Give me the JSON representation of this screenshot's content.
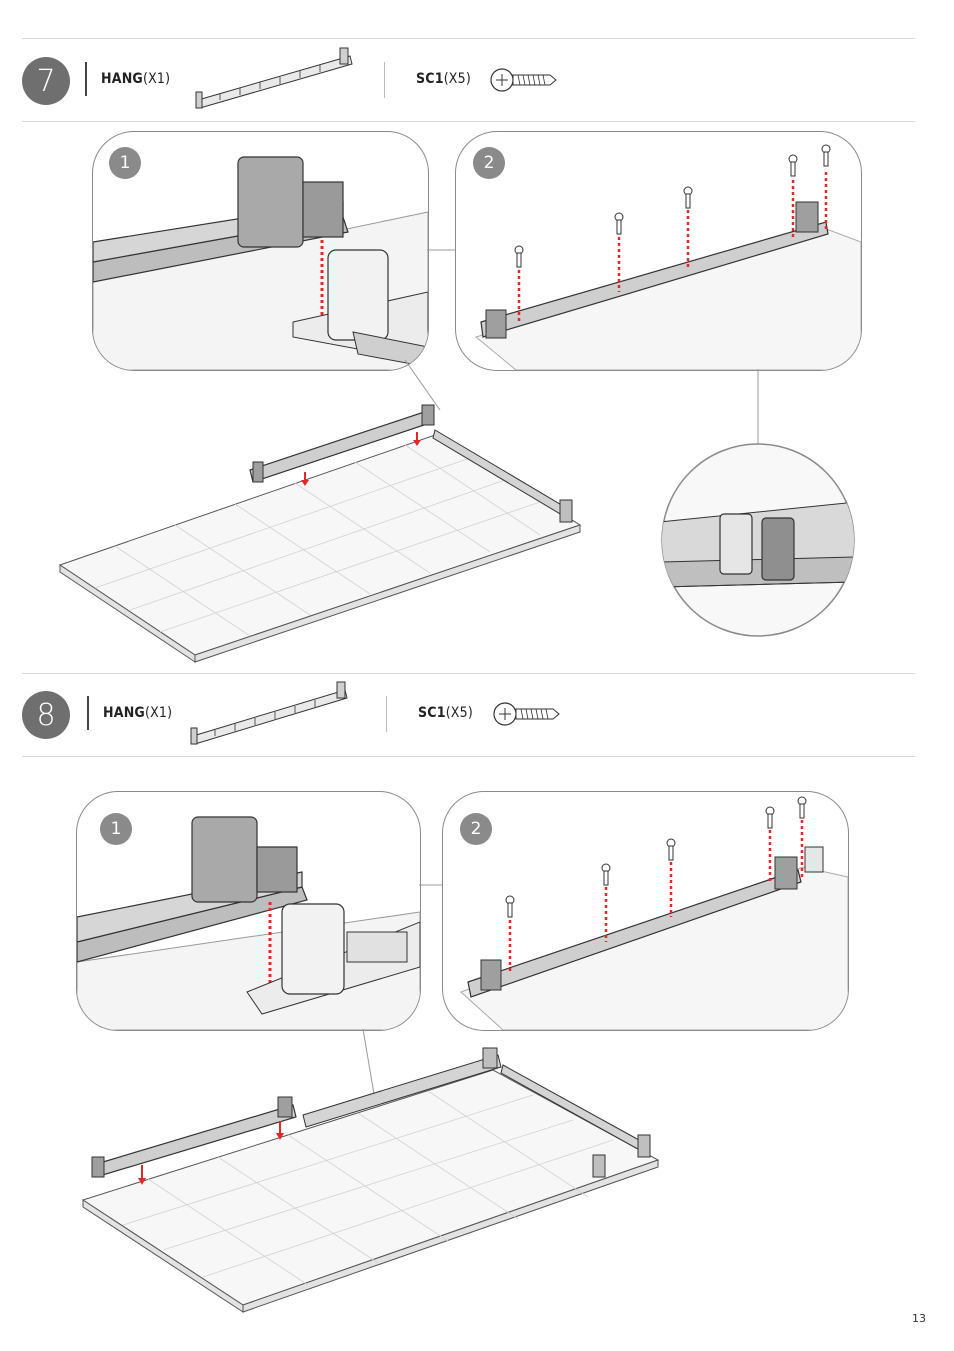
{
  "steps": [
    {
      "number": "7",
      "parts": [
        {
          "code": "HANG",
          "qty": "(X1)"
        },
        {
          "code": "SC1",
          "qty": "(X5)"
        }
      ],
      "panels": [
        "1",
        "2"
      ]
    },
    {
      "number": "8",
      "parts": [
        {
          "code": "HANG",
          "qty": "(X1)"
        },
        {
          "code": "SC1",
          "qty": "(X5)"
        }
      ],
      "panels": [
        "1",
        "2"
      ]
    }
  ],
  "page_number": "13",
  "colors": {
    "step_circle": "#6f6f6f",
    "arrow_red": "#e02a2a",
    "panel_border": "#8a8a8a"
  }
}
